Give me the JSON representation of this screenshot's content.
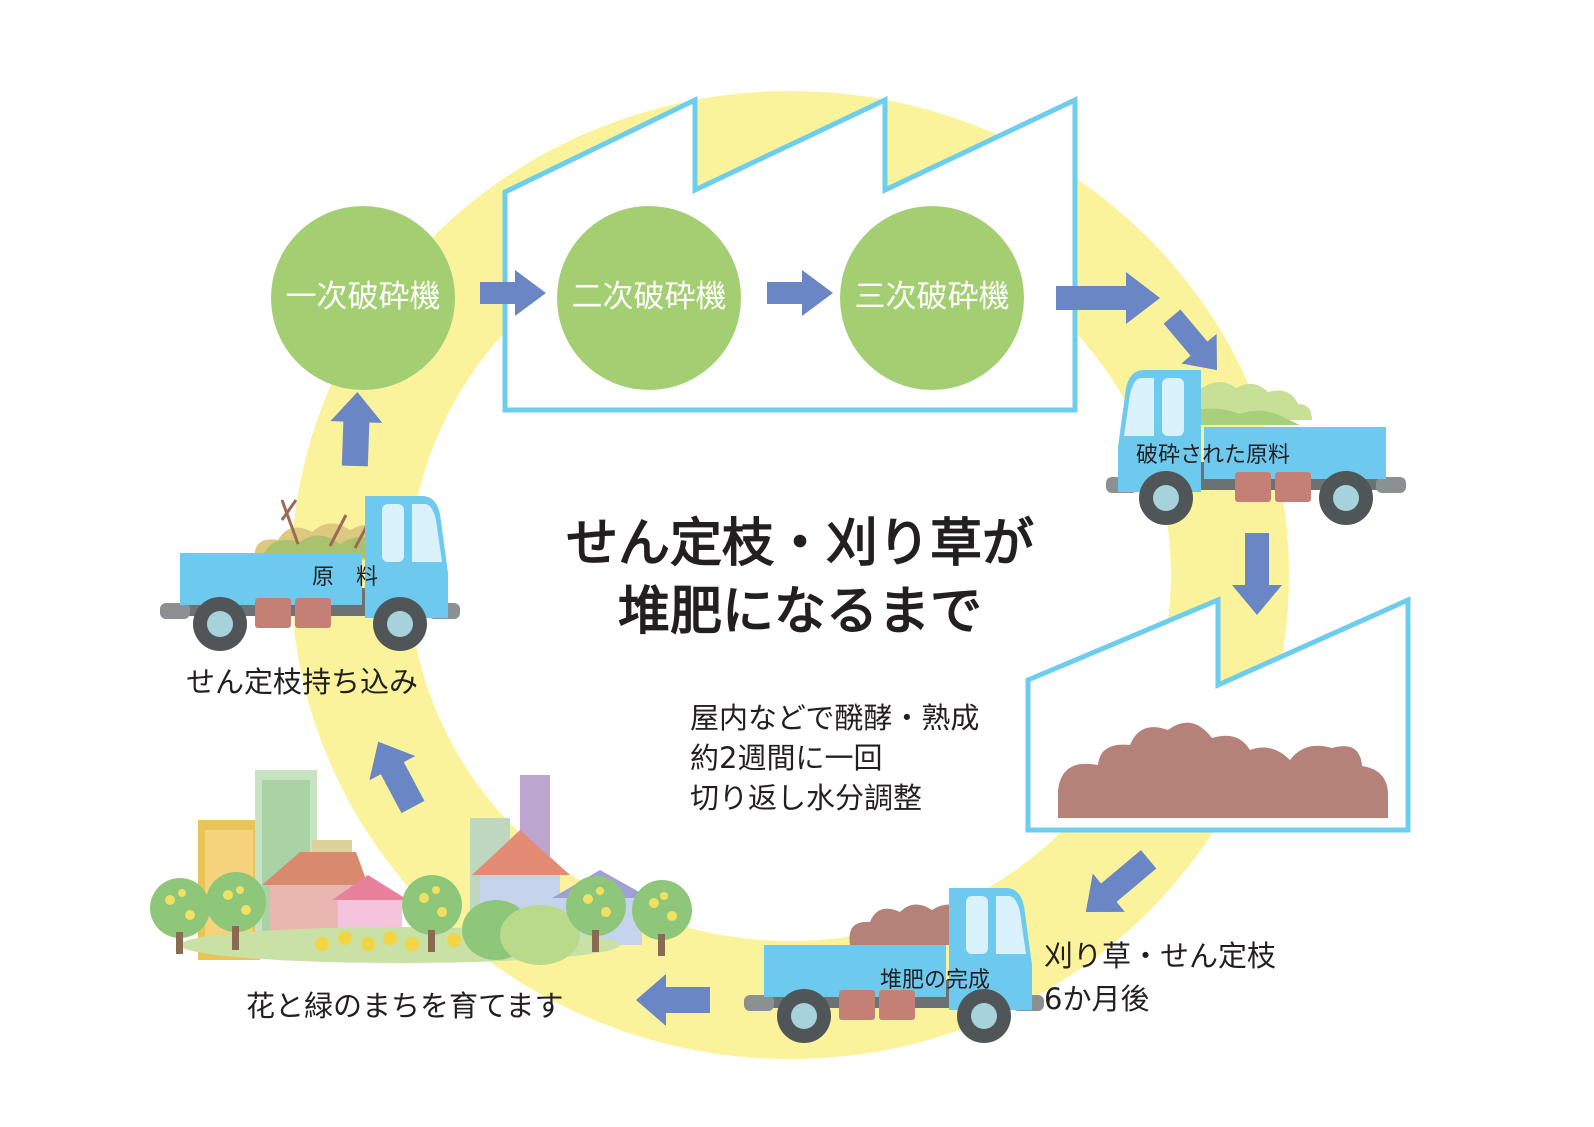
{
  "title": {
    "line1": "せん定枝・刈り草が",
    "line2": "堆肥になるまで"
  },
  "crushers": {
    "primary": "一次破砕機",
    "secondary": "二次破砕機",
    "tertiary": "三次破砕機"
  },
  "trucks": {
    "raw": "原　料",
    "crushed": "破砕された原料",
    "compost": "堆肥の完成"
  },
  "captions": {
    "bring_in": "せん定枝持ち込み",
    "fermentation": [
      "屋内などで醗酵・熟成",
      "約2週間に一回",
      "切り返し水分調整"
    ],
    "period": [
      "刈り草・せん定枝",
      "6か月後"
    ],
    "town": "花と緑のまちを育てます"
  },
  "colors": {
    "ring": "#fbf39b",
    "circle": "#a3cf72",
    "arrow": "#6a86c4",
    "factory": "#6ccdee",
    "truck": "#6dcaee",
    "compost": "#b5827a"
  },
  "icons": [
    "factory-outline-icon",
    "dump-truck-icon",
    "arrow-icon",
    "compost-pile-icon",
    "town-icon"
  ]
}
